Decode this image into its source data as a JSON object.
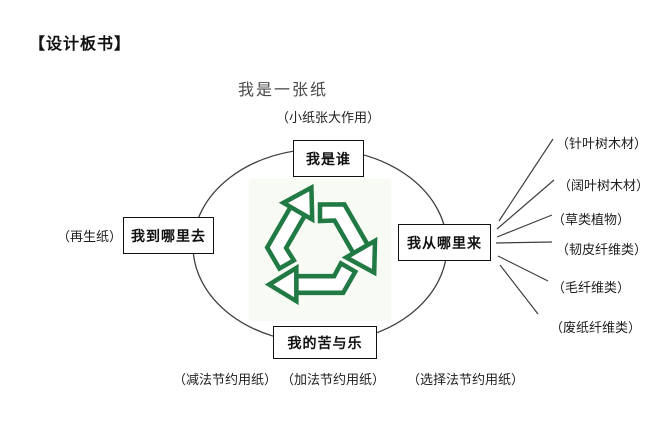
{
  "header": {
    "title": "【设计板书】"
  },
  "diagram": {
    "title": "我是一张纸",
    "subtitle": "（小纸张大作用）",
    "center_icon": "recycle-symbol",
    "colors": {
      "recycle_green": "#217a43",
      "line_gray": "#3f3f3f",
      "box_border": "#111111"
    },
    "nodes": {
      "top": "我是谁",
      "left": "我到哪里去",
      "right": "我从哪里来",
      "bottom": "我的苦与乐"
    },
    "left_annotation": "（再生纸）",
    "right_annotations": [
      "（针叶树木材）",
      "（阔叶树木材）",
      "（草类植物）",
      "（韧皮纤维类）",
      "（毛纤维类）",
      "（废纸纤维类）"
    ],
    "bottom_annotations": [
      "（减法节约用纸）",
      "（加法节约用纸）",
      "（选择法节约用纸）"
    ]
  }
}
